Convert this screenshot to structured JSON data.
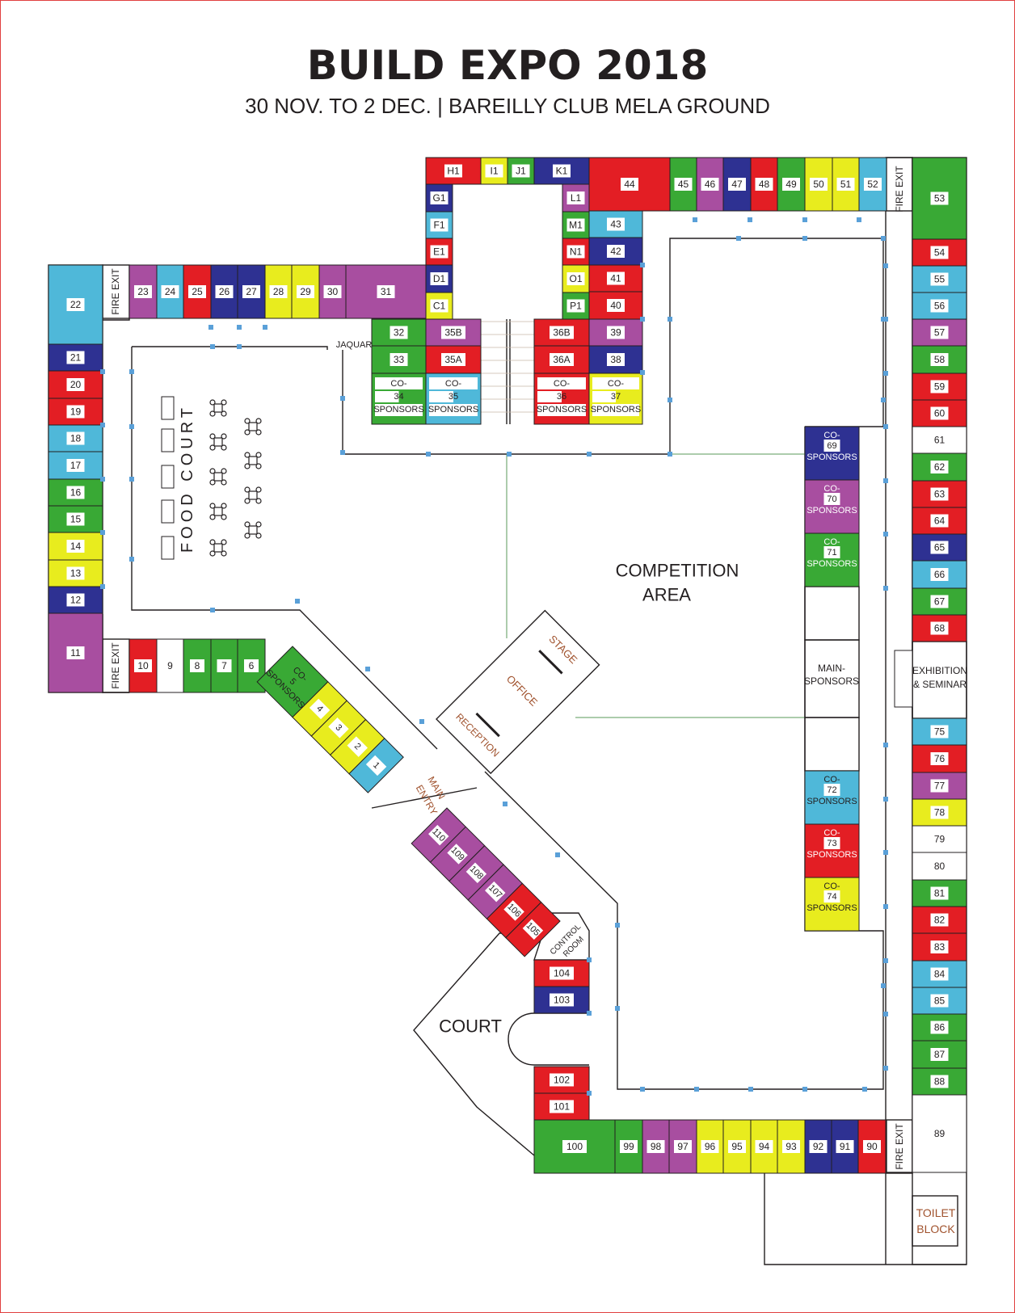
{
  "header": {
    "title": "BUILD EXPO 2018",
    "subtitle": "30 NOV.  TO 2 DEC. | BAREILLY CLUB MELA GROUND"
  },
  "colors": {
    "red": "#e31e24",
    "blue": "#2e3192",
    "green": "#39a935",
    "yellow": "#e8ec1e",
    "cyan": "#4fb8d9",
    "purple": "#a84ea0",
    "white": "#ffffff",
    "line": "#231f20",
    "accent": "#a0522d",
    "door": "#5aa0d8"
  },
  "areas": {
    "food_court": "FOOD COURT",
    "competition_line1": "COMPETITION",
    "competition_line2": "AREA",
    "court": "COURT",
    "stage": "STAGE",
    "office": "OFFICE",
    "reception": "RECEPTION",
    "main_entry_1": "MAIN",
    "main_entry_2": "ENTRY",
    "control_room_1": "CONTROL",
    "control_room_2": "ROOM",
    "jaquar": "JAQUAR",
    "toilet_1": "TOILET",
    "toilet_2": "BLOCK",
    "fire_exit": "FIRE EXIT",
    "exhibition_1": "EXHIBITION",
    "exhibition_2": "& SEMINAR",
    "main_sponsors_1": "MAIN-",
    "main_sponsors_2": "SPONSORS"
  },
  "stalls": [
    {
      "label": "H1",
      "color": "red"
    },
    {
      "label": "I1",
      "color": "yellow"
    },
    {
      "label": "J1",
      "color": "green"
    },
    {
      "label": "K1",
      "color": "blue"
    },
    {
      "label": "44",
      "color": "red"
    },
    {
      "label": "45",
      "color": "green"
    },
    {
      "label": "46",
      "color": "purple"
    },
    {
      "label": "47",
      "color": "blue"
    },
    {
      "label": "48",
      "color": "red"
    },
    {
      "label": "49",
      "color": "green"
    },
    {
      "label": "50",
      "color": "yellow"
    },
    {
      "label": "51",
      "color": "yellow"
    },
    {
      "label": "52",
      "color": "cyan"
    },
    {
      "label": "G1",
      "color": "blue"
    },
    {
      "label": "F1",
      "color": "cyan"
    },
    {
      "label": "E1",
      "color": "red"
    },
    {
      "label": "D1",
      "color": "blue"
    },
    {
      "label": "C1",
      "color": "yellow"
    },
    {
      "label": "L1",
      "color": "purple"
    },
    {
      "label": "M1",
      "color": "green"
    },
    {
      "label": "N1",
      "color": "red"
    },
    {
      "label": "O1",
      "color": "yellow"
    },
    {
      "label": "P1",
      "color": "green"
    },
    {
      "label": "43",
      "color": "cyan"
    },
    {
      "label": "42",
      "color": "blue"
    },
    {
      "label": "41",
      "color": "red"
    },
    {
      "label": "40",
      "color": "red"
    },
    {
      "label": "39",
      "color": "purple"
    },
    {
      "label": "38",
      "color": "blue"
    },
    {
      "label": "36B",
      "color": "red"
    },
    {
      "label": "36A",
      "color": "red"
    },
    {
      "label": "32",
      "color": "green"
    },
    {
      "label": "33",
      "color": "green"
    },
    {
      "label": "35B",
      "color": "purple"
    },
    {
      "label": "35A",
      "color": "red"
    },
    {
      "label": "22",
      "color": "cyan"
    },
    {
      "label": "23",
      "color": "purple"
    },
    {
      "label": "24",
      "color": "cyan"
    },
    {
      "label": "25",
      "color": "red"
    },
    {
      "label": "26",
      "color": "blue"
    },
    {
      "label": "27",
      "color": "blue"
    },
    {
      "label": "28",
      "color": "yellow"
    },
    {
      "label": "29",
      "color": "yellow"
    },
    {
      "label": "30",
      "color": "purple"
    },
    {
      "label": "31",
      "color": "purple"
    },
    {
      "label": "21",
      "color": "blue"
    },
    {
      "label": "20",
      "color": "red"
    },
    {
      "label": "19",
      "color": "red"
    },
    {
      "label": "18",
      "color": "cyan"
    },
    {
      "label": "17",
      "color": "cyan"
    },
    {
      "label": "16",
      "color": "green"
    },
    {
      "label": "15",
      "color": "green"
    },
    {
      "label": "14",
      "color": "yellow"
    },
    {
      "label": "13",
      "color": "yellow"
    },
    {
      "label": "12",
      "color": "blue"
    },
    {
      "label": "11",
      "color": "purple"
    },
    {
      "label": "10",
      "color": "red"
    },
    {
      "label": "9",
      "color": "white"
    },
    {
      "label": "8",
      "color": "green"
    },
    {
      "label": "7",
      "color": "green"
    },
    {
      "label": "6",
      "color": "green"
    },
    {
      "label": "53",
      "color": "green"
    },
    {
      "label": "54",
      "color": "red"
    },
    {
      "label": "55",
      "color": "cyan"
    },
    {
      "label": "56",
      "color": "cyan"
    },
    {
      "label": "57",
      "color": "purple"
    },
    {
      "label": "58",
      "color": "green"
    },
    {
      "label": "59",
      "color": "red"
    },
    {
      "label": "60",
      "color": "red"
    },
    {
      "label": "61",
      "color": "white"
    },
    {
      "label": "62",
      "color": "green"
    },
    {
      "label": "63",
      "color": "red"
    },
    {
      "label": "64",
      "color": "red"
    },
    {
      "label": "65",
      "color": "blue"
    },
    {
      "label": "66",
      "color": "cyan"
    },
    {
      "label": "67",
      "color": "green"
    },
    {
      "label": "68",
      "color": "red"
    },
    {
      "label": "75",
      "color": "cyan"
    },
    {
      "label": "76",
      "color": "red"
    },
    {
      "label": "77",
      "color": "purple"
    },
    {
      "label": "78",
      "color": "yellow"
    },
    {
      "label": "79",
      "color": "white"
    },
    {
      "label": "80",
      "color": "white"
    },
    {
      "label": "81",
      "color": "green"
    },
    {
      "label": "82",
      "color": "red"
    },
    {
      "label": "83",
      "color": "red"
    },
    {
      "label": "84",
      "color": "cyan"
    },
    {
      "label": "85",
      "color": "cyan"
    },
    {
      "label": "86",
      "color": "green"
    },
    {
      "label": "87",
      "color": "green"
    },
    {
      "label": "88",
      "color": "green"
    },
    {
      "label": "89",
      "color": "white"
    },
    {
      "label": "104",
      "color": "red"
    },
    {
      "label": "103",
      "color": "blue"
    },
    {
      "label": "102",
      "color": "red"
    },
    {
      "label": "101",
      "color": "red"
    },
    {
      "label": "100",
      "color": "green"
    },
    {
      "label": "99",
      "color": "green"
    },
    {
      "label": "98",
      "color": "purple"
    },
    {
      "label": "97",
      "color": "purple"
    },
    {
      "label": "96",
      "color": "yellow"
    },
    {
      "label": "95",
      "color": "yellow"
    },
    {
      "label": "94",
      "color": "yellow"
    },
    {
      "label": "93",
      "color": "yellow"
    },
    {
      "label": "92",
      "color": "blue"
    },
    {
      "label": "91",
      "color": "blue"
    },
    {
      "label": "90",
      "color": "red"
    }
  ],
  "sponsor_blocks": [
    {
      "prefix": "CO-",
      "number": "34",
      "suffix": "SPONSORS",
      "color": "green"
    },
    {
      "prefix": "CO-",
      "number": "35",
      "suffix": "SPONSORS",
      "color": "cyan"
    },
    {
      "prefix": "CO-",
      "number": "36",
      "suffix": "SPONSORS",
      "color": "red"
    },
    {
      "prefix": "CO-",
      "number": "37",
      "suffix": "SPONSORS",
      "color": "yellow"
    },
    {
      "prefix": "CO-",
      "number": "69",
      "suffix": "SPONSORS",
      "color": "blue"
    },
    {
      "prefix": "CO-",
      "number": "70",
      "suffix": "SPONSORS",
      "color": "purple"
    },
    {
      "prefix": "CO-",
      "number": "71",
      "suffix": "SPONSORS",
      "color": "green"
    },
    {
      "prefix": "CO-",
      "number": "72",
      "suffix": "SPONSORS",
      "color": "cyan"
    },
    {
      "prefix": "CO-",
      "number": "73",
      "suffix": "SPONSORS",
      "color": "red"
    },
    {
      "prefix": "CO-",
      "number": "74",
      "suffix": "SPONSORS",
      "color": "yellow"
    }
  ],
  "diagonal_upper": {
    "sponsor": {
      "prefix": "CO-",
      "number": "5",
      "suffix": "SPONSORS",
      "color": "green"
    },
    "stalls": [
      {
        "label": "4",
        "color": "yellow"
      },
      {
        "label": "3",
        "color": "yellow"
      },
      {
        "label": "2",
        "color": "yellow"
      },
      {
        "label": "1",
        "color": "cyan"
      }
    ]
  },
  "diagonal_lower": {
    "stalls": [
      {
        "label": "110",
        "color": "purple"
      },
      {
        "label": "109",
        "color": "purple"
      },
      {
        "label": "108",
        "color": "purple"
      },
      {
        "label": "107",
        "color": "purple"
      },
      {
        "label": "106",
        "color": "red"
      },
      {
        "label": "105",
        "color": "red"
      }
    ]
  }
}
